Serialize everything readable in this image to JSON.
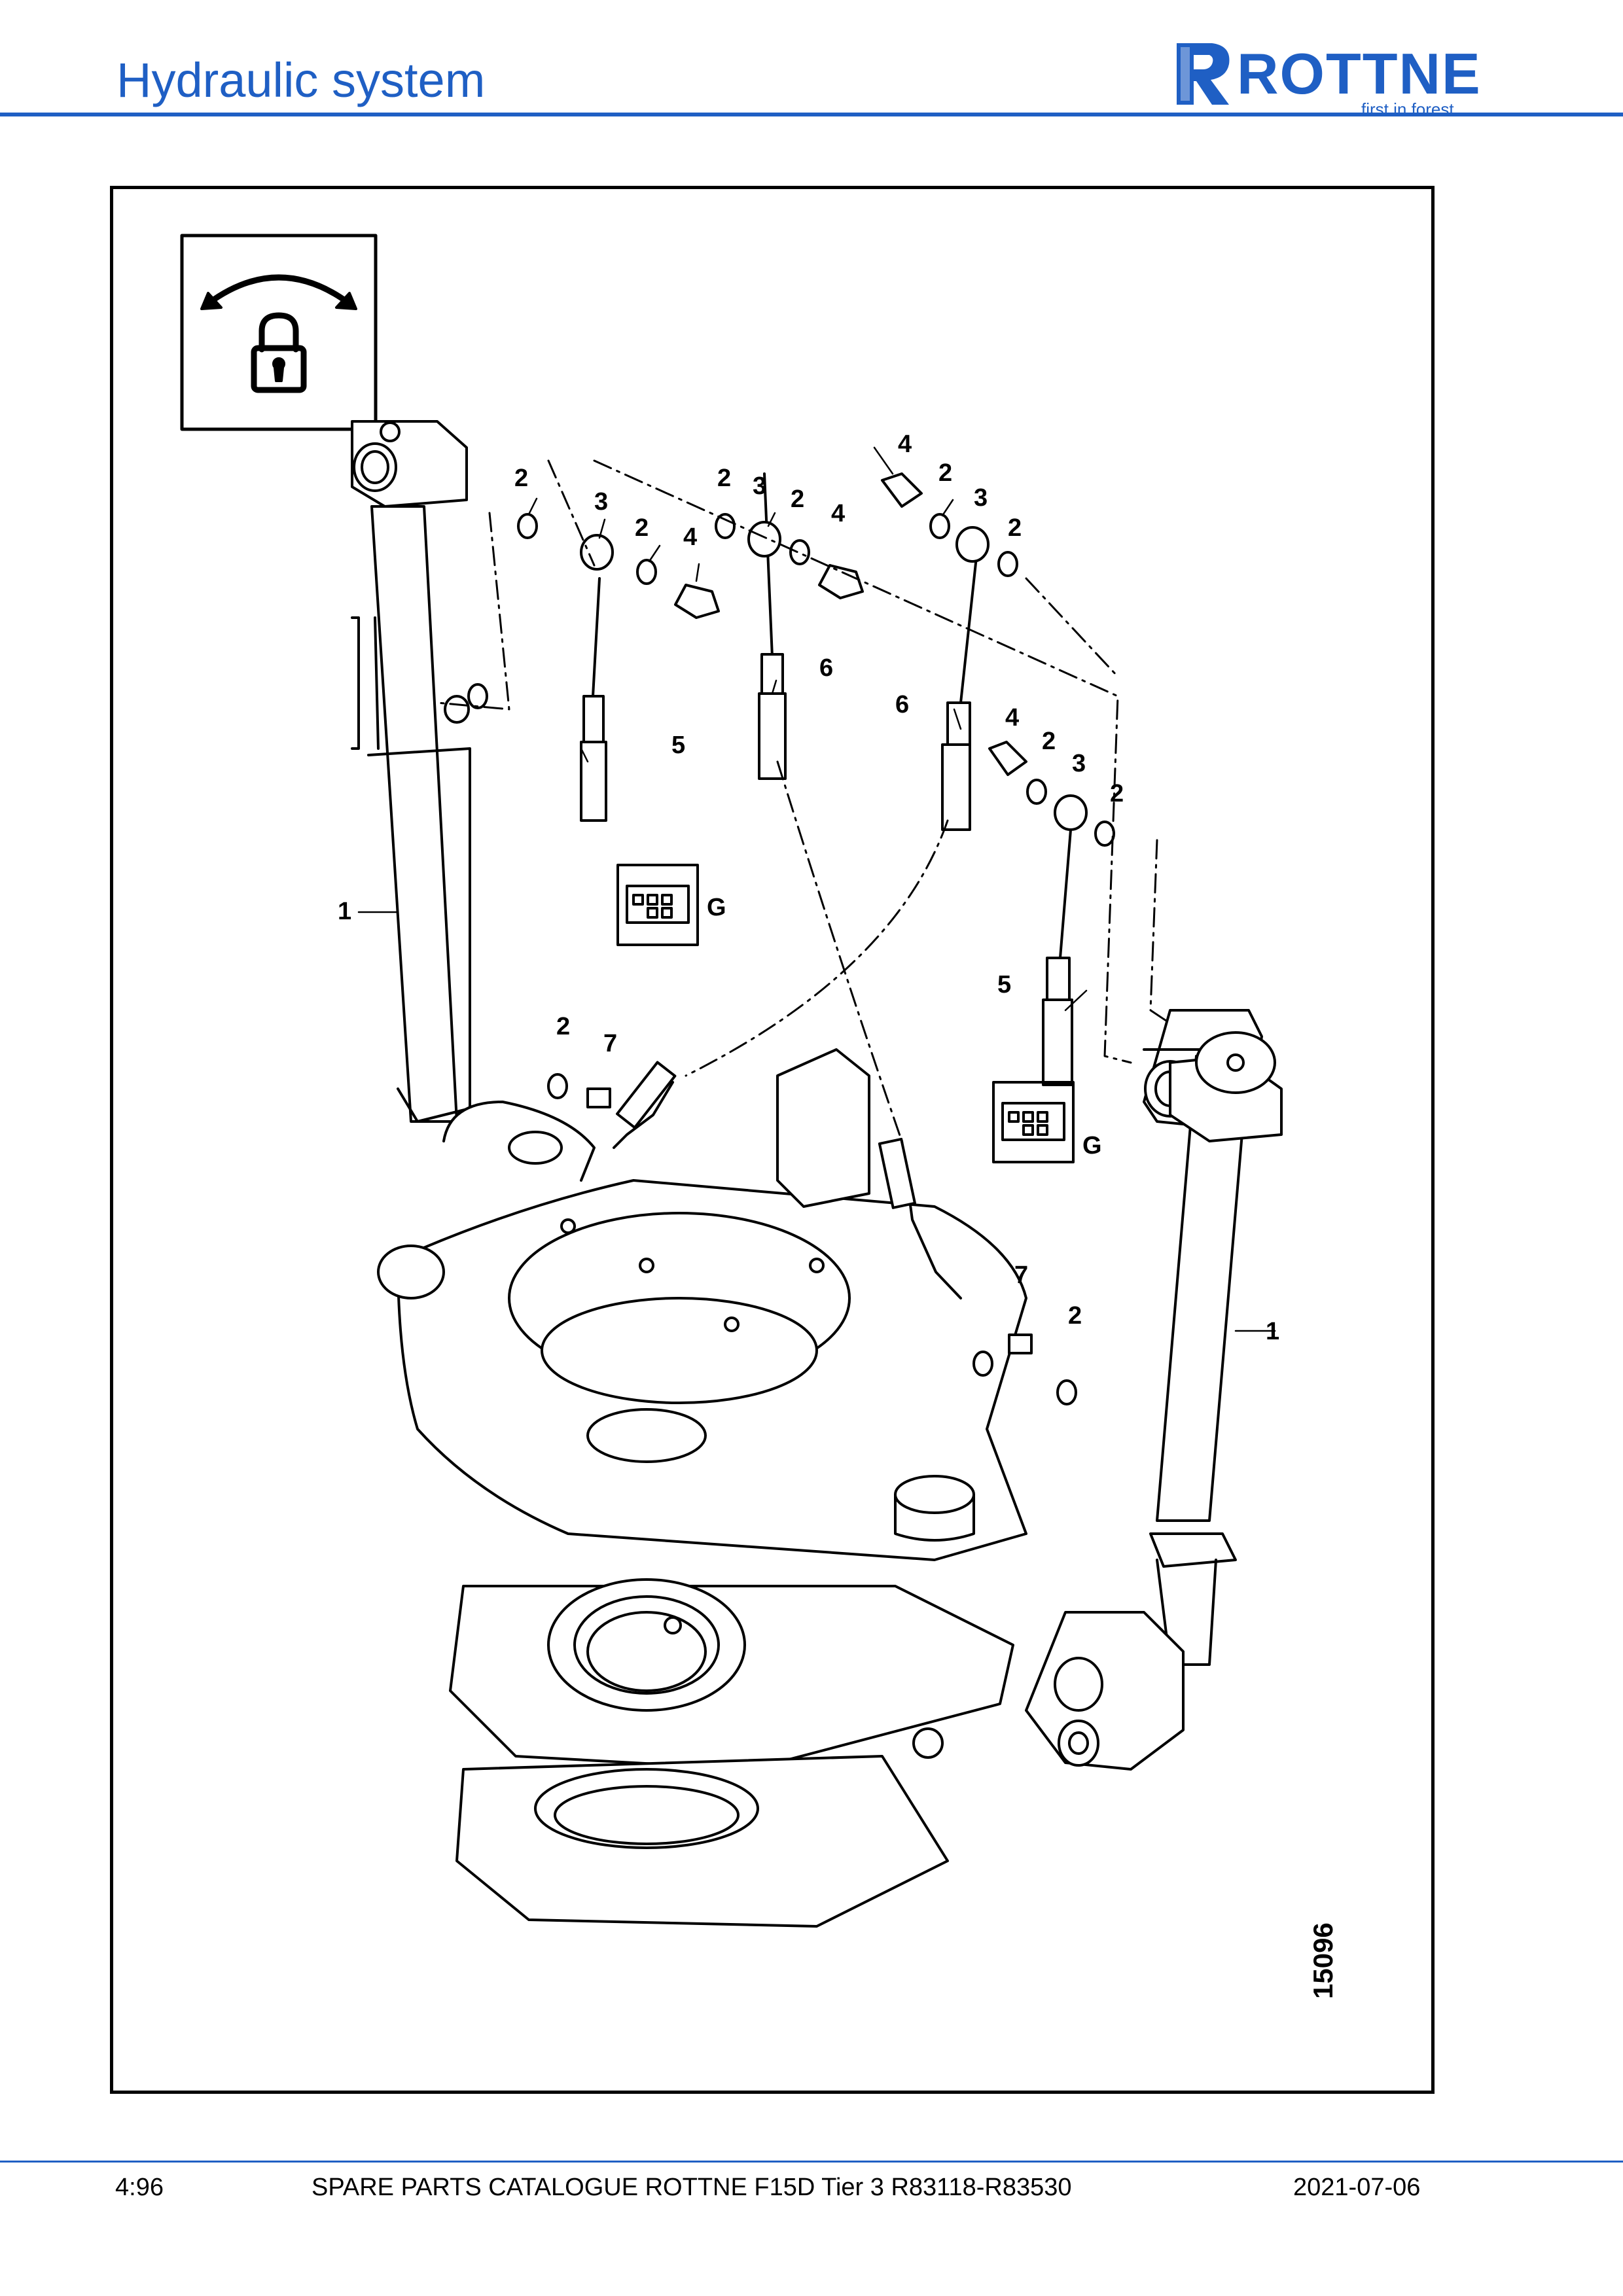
{
  "header": {
    "title": "Hydraulic system",
    "logo": {
      "word": "ROTTNE",
      "tagline": "first in forest",
      "color": "#1f5fc4"
    }
  },
  "figure": {
    "number": "15096",
    "callouts": {
      "c1": "1",
      "c2": "1",
      "c2a": "2",
      "c2b": "2",
      "c2c": "2",
      "c2d": "2",
      "c2e": "2",
      "c2f": "2",
      "c2g": "2",
      "c2h": "2",
      "c2i": "2",
      "c2j": "2",
      "c3a": "3",
      "c3b": "3",
      "c3c": "3",
      "c3d": "3",
      "c4a": "4",
      "c4b": "4",
      "c4c": "4",
      "c4d": "4",
      "c5a": "5",
      "c5b": "5",
      "c6a": "6",
      "c6b": "6",
      "c7a": "7",
      "c7b": "7",
      "g1": "G",
      "g2": "G"
    },
    "icons": [
      "rotation-lock-icon",
      "connector-block-icon"
    ]
  },
  "footer": {
    "page": "4:96",
    "catalogue": "SPARE PARTS CATALOGUE ROTTNE F15D Tier 3 R83118-R83530",
    "date": "2021-07-06"
  }
}
